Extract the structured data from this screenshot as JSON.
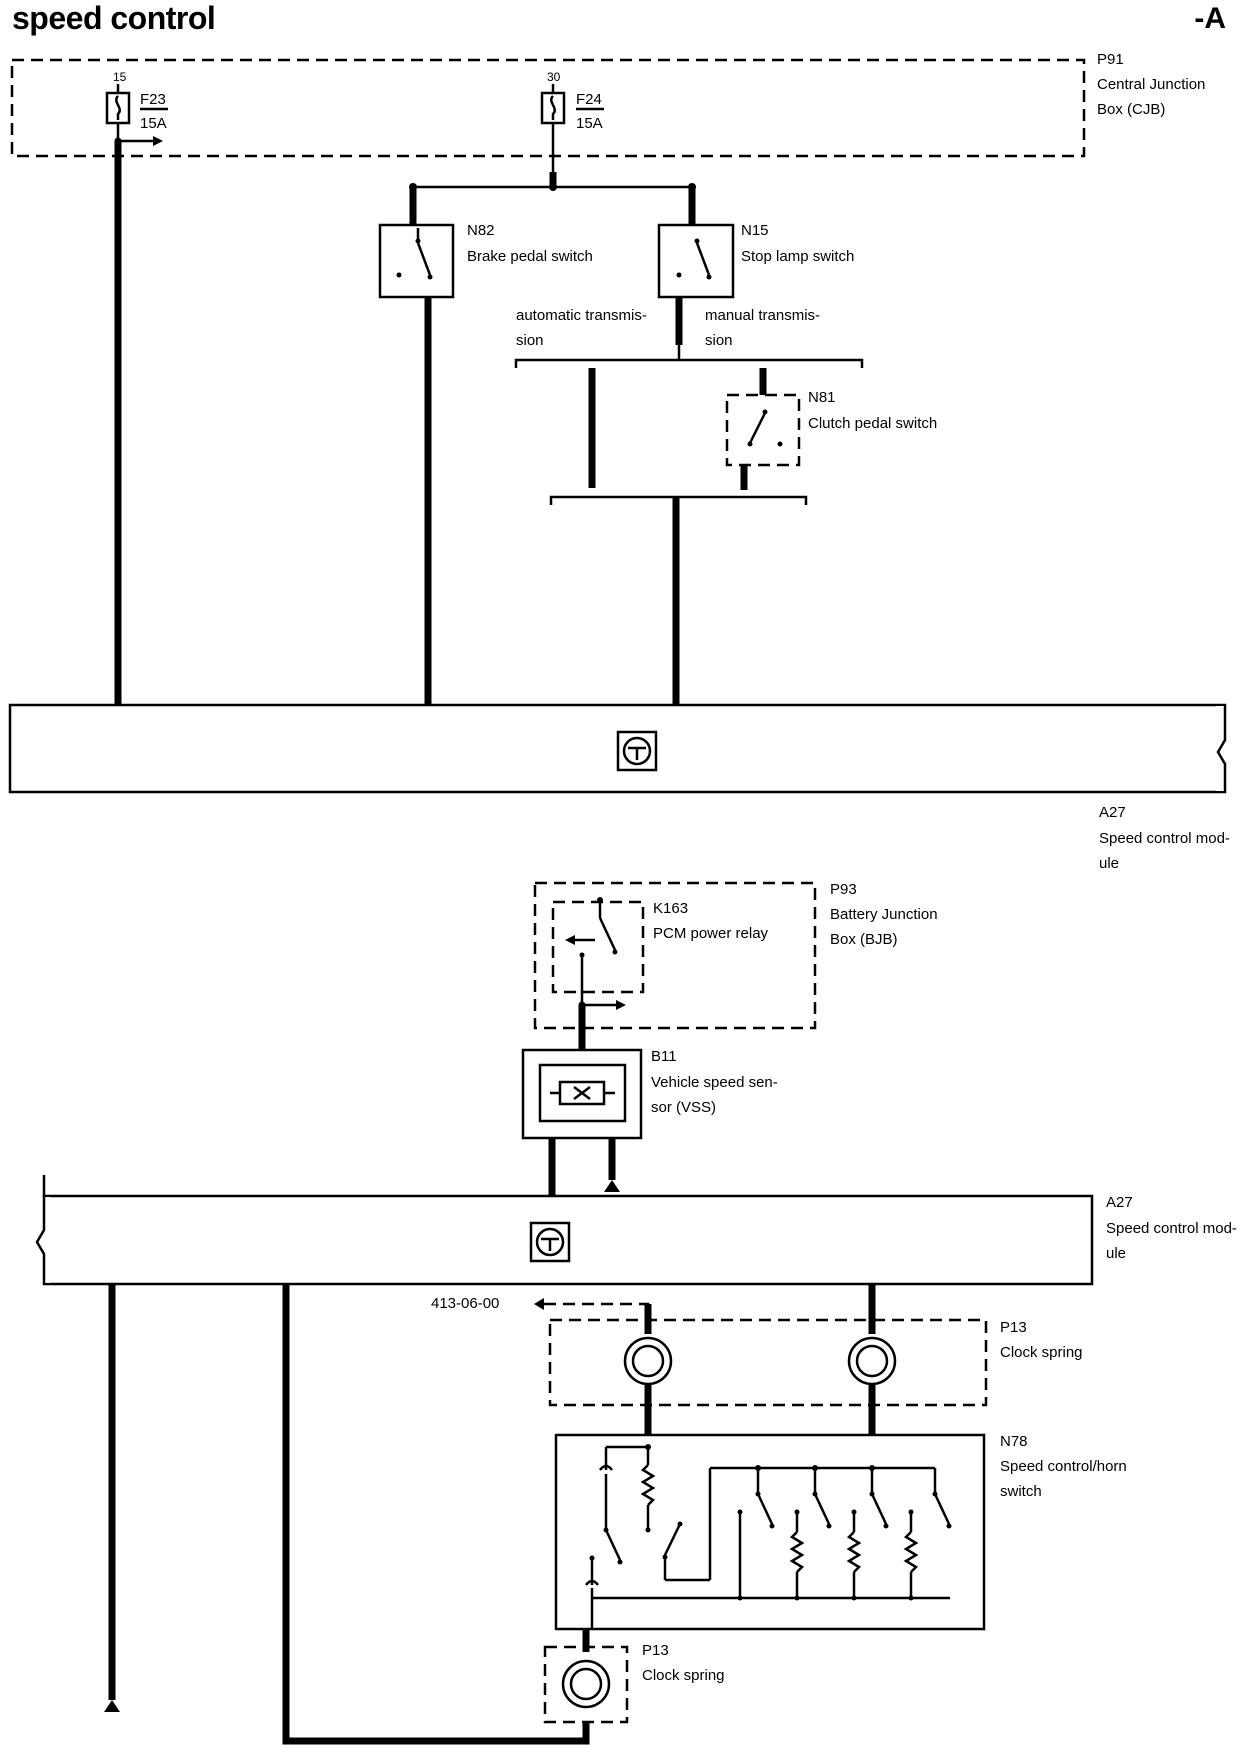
{
  "header": {
    "title": "speed control",
    "sheet": "-A"
  },
  "cjb": {
    "ref": "P91",
    "name_line1": "Central Junction",
    "name_line2": "Box (CJB)"
  },
  "fuse_f23": {
    "pin": "15",
    "ref": "F23",
    "rating": "15A"
  },
  "fuse_f24": {
    "pin": "30",
    "ref": "F24",
    "rating": "15A"
  },
  "brake_switch": {
    "ref": "N82",
    "name": "Brake pedal switch"
  },
  "stop_lamp_switch": {
    "ref": "N15",
    "name": "Stop lamp switch"
  },
  "transmission": {
    "auto_line1": "automatic transmis-",
    "auto_line2": "sion",
    "manual_line1": "manual transmis-",
    "manual_line2": "sion"
  },
  "clutch_switch": {
    "ref": "N81",
    "name": "Clutch pedal switch"
  },
  "module_top": {
    "ref": "A27",
    "name_line1": "Speed control mod-",
    "name_line2": "ule"
  },
  "bjb": {
    "ref": "P93",
    "name_line1": "Battery Junction",
    "name_line2": "Box (BJB)"
  },
  "relay": {
    "ref": "K163",
    "name": "PCM power relay"
  },
  "vss": {
    "ref": "B11",
    "name_line1": "Vehicle speed sen-",
    "name_line2": "sor (VSS)"
  },
  "module_bottom": {
    "ref": "A27",
    "name_line1": "Speed control mod-",
    "name_line2": "ule"
  },
  "cross_ref": "413-06-00",
  "clock_spring_top": {
    "ref": "P13",
    "name": "Clock spring"
  },
  "horn_switch": {
    "ref": "N78",
    "name_line1": "Speed control/horn",
    "name_line2": "switch"
  },
  "clock_spring_bottom": {
    "ref": "P13",
    "name": "Clock spring"
  }
}
